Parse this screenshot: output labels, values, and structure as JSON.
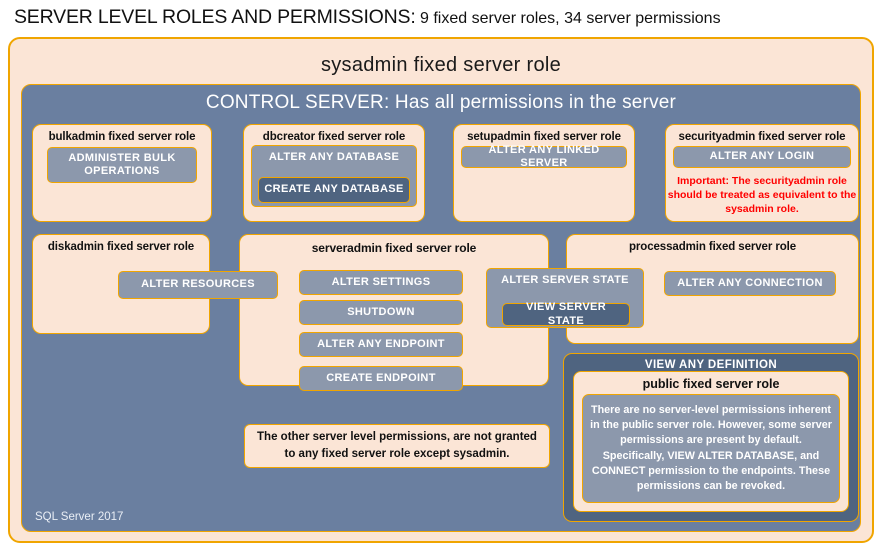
{
  "title": {
    "main": "SERVER LEVEL ROLES AND PERMISSIONS:",
    "sub": "9 fixed server roles, 34 server permissions"
  },
  "sysadmin": {
    "label": "sysadmin  fixed  server  role"
  },
  "control_server": {
    "label": "CONTROL SERVER: Has all permissions in the server"
  },
  "footer": {
    "version": "SQL Server 2017"
  },
  "roles": {
    "bulkadmin": {
      "title": "bulkadmin  fixed server role",
      "perm1": "ADMINISTER  BULK OPERATIONS"
    },
    "dbcreator": {
      "title": "dbcreator fixed server role",
      "perm1": "ALTER ANY DATABASE",
      "perm2": "CREATE  ANY DATABASE"
    },
    "setupadmin": {
      "title": "setupadmin fixed server role",
      "perm1": "ALTER ANY LINKED SERVER"
    },
    "securityadmin": {
      "title": "securityadmin  fixed server role",
      "perm1": "ALTER ANY LOGIN",
      "warning": "Important:  The securityadmin role should  be treated  as equivalent to the  sysadmin role."
    },
    "diskadmin": {
      "title": "diskadmin  fixed server role",
      "perm1": "ALTER RESOURCES"
    },
    "serveradmin": {
      "title": "serveradmin fixed server role",
      "perm1": "ALTER SETTINGS",
      "perm2": "SHUTDOWN",
      "perm3": "ALTER ANY ENDPOINT",
      "perm4": "CREATE  ENDPOINT",
      "perm_shared1": "ALTER SERVER STATE",
      "perm_shared2": "VIEW SERVER STATE"
    },
    "processadmin": {
      "title": "processadmin fixed server role",
      "perm1": "ALTER ANY CONNECTION"
    },
    "public": {
      "view_any_definition": "VIEW ANY DEFINITION",
      "title": "public  fixed server role",
      "description": "There are no server-level permissions inherent in the public server role. However, some server permissions are present by default. Specifically, VIEW ALTER DATABASE, and CONNECT permission to the endpoints. These permissions can be revoked."
    }
  },
  "notes": {
    "other_permissions": "The other server level permissions,  are not granted to any fixed server role except sysadmin."
  },
  "colors": {
    "peach": "#fbe5d6",
    "orange_border": "#f0a500",
    "blue_panel": "#6a7fa0",
    "perm_gray": "#8c98ac",
    "perm_dark": "#4f6480",
    "warning_red": "#ff0000"
  }
}
